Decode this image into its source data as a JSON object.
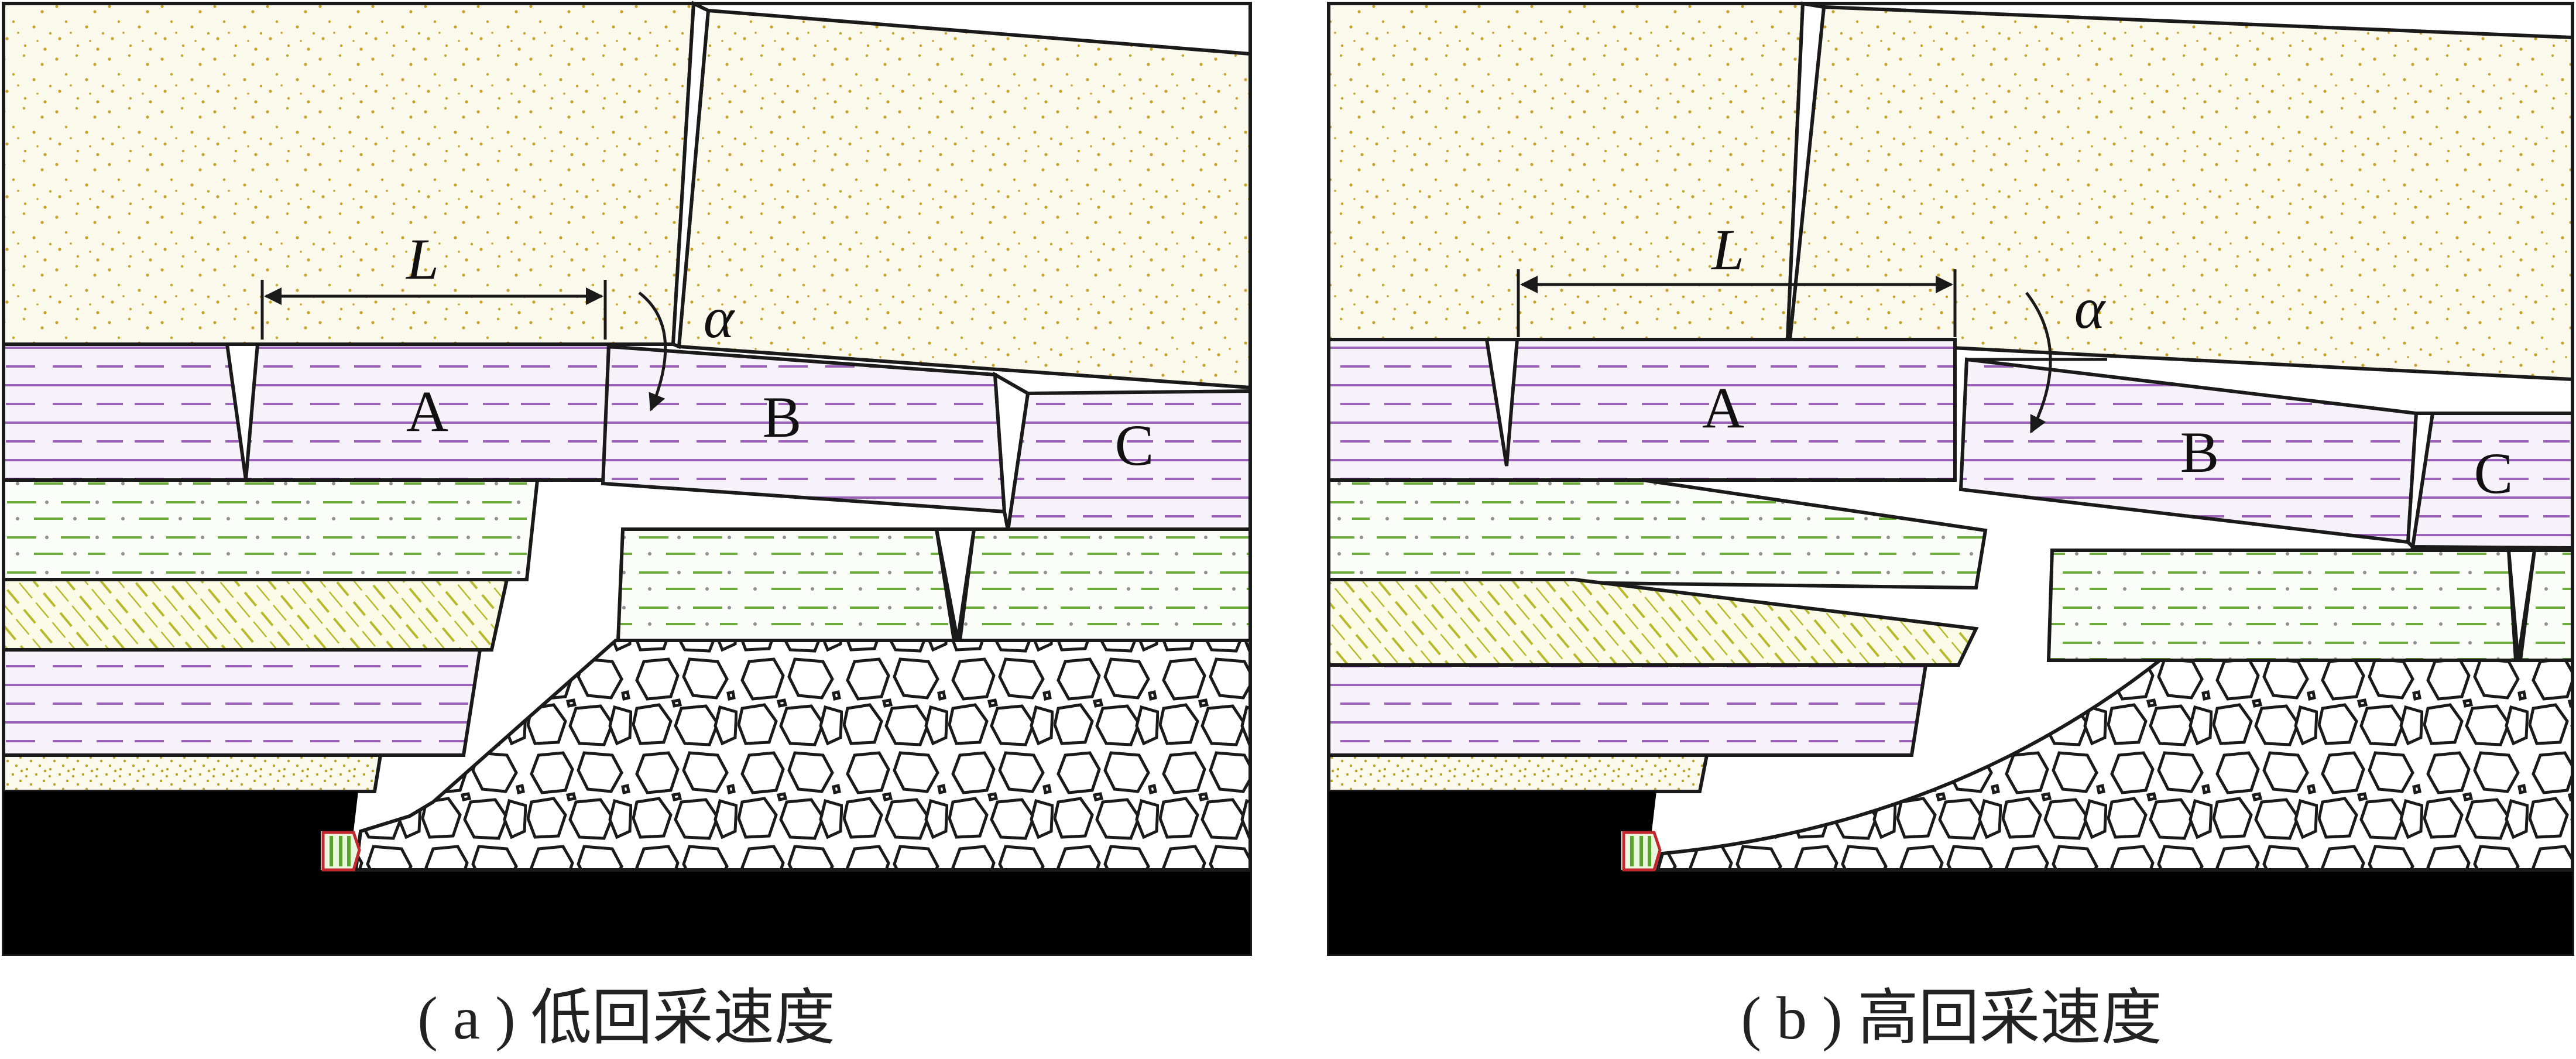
{
  "panels": [
    {
      "id": "a",
      "caption": "( a ) 低回采速度",
      "labels": {
        "A": "A",
        "B": "B",
        "C": "C",
        "span": "L",
        "angle": "α"
      }
    },
    {
      "id": "b",
      "caption": "( b ) 高回采速度",
      "labels": {
        "A": "A",
        "B": "B",
        "C": "C",
        "span": "L",
        "angle": "α"
      }
    }
  ],
  "colors": {
    "outline": "#1a1a1a",
    "sandstone_fill": "#fbf8ec",
    "sandstone_dot": "#c9a227",
    "mudstone_line": "#9a63b8",
    "siltstone_line": "#6cab3c",
    "siltstone_dot": "#8f8f8f",
    "hatch": "#b7b92a",
    "coal": "#000000",
    "support": "#58a32a",
    "support_frame": "#c1272d"
  }
}
